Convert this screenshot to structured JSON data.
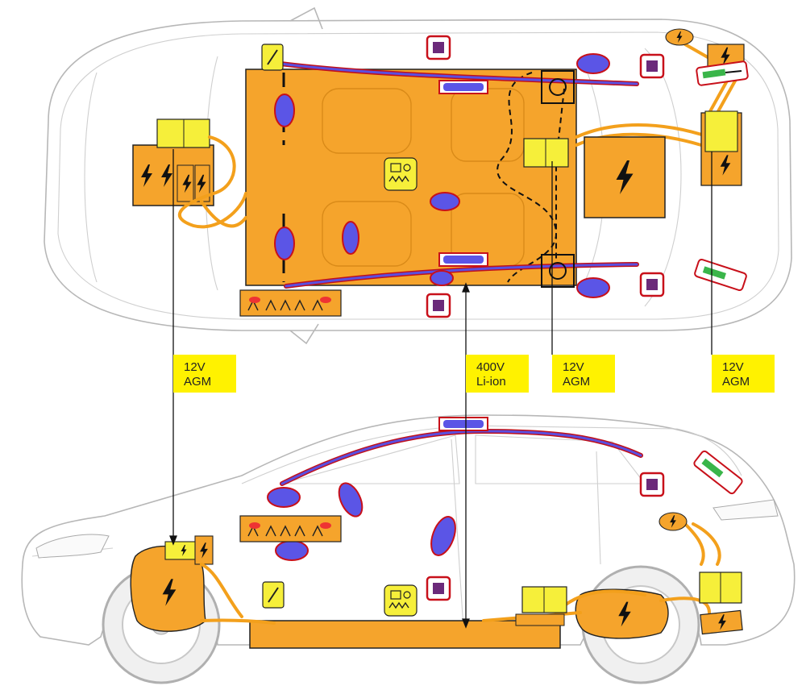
{
  "labels": {
    "battery_front_left": {
      "line1": "12V",
      "line2": "AGM"
    },
    "battery_hv": {
      "line1": "400V",
      "line2": "Li-ion"
    },
    "battery_center": {
      "line1": "12V",
      "line2": "AGM"
    },
    "battery_rear": {
      "line1": "12V",
      "line2": "AGM"
    }
  },
  "colors": {
    "hv_orange": "#f5a42c",
    "label_yellow": "#fff200",
    "airbag_blue": "#5b55e6",
    "airbag_red": "#c8101a",
    "sensor_purple": "#6b2a7a",
    "gas_green": "#3ab54a",
    "module_yellow": "#f6ef3a"
  },
  "icons": [
    "high-voltage-bolt-icon",
    "airbag-icon",
    "seatbelt-tensioner-icon",
    "gas-spring-icon",
    "crash-sensor-icon",
    "battery-module-icon",
    "heater-icon"
  ]
}
